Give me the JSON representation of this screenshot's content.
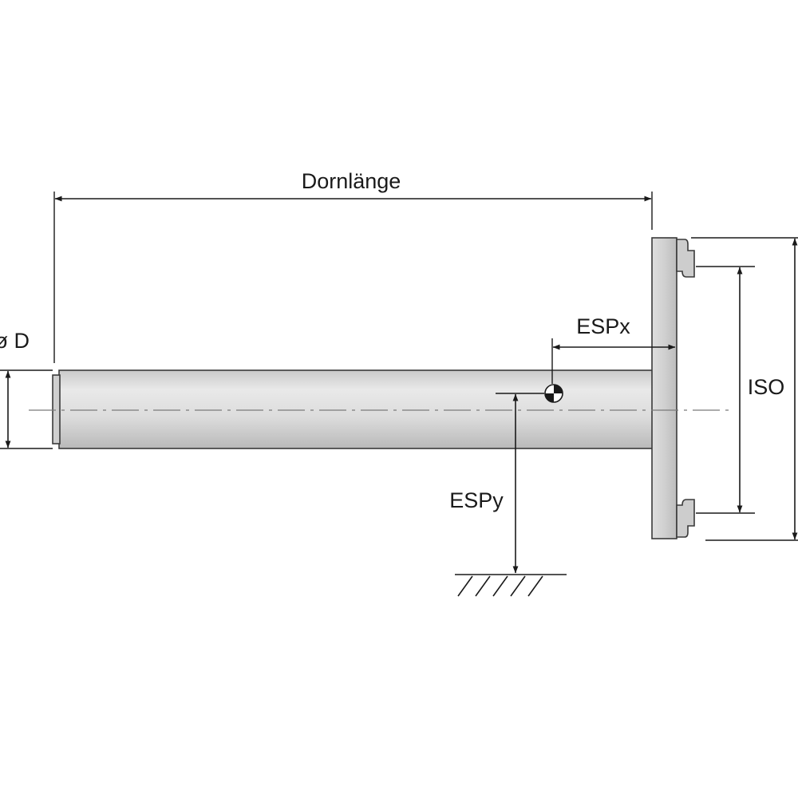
{
  "labels": {
    "mandrel_length": "Dornlänge",
    "espx": "ESPx",
    "espy": "ESPy",
    "iso": "ISO",
    "diameter": "ø D"
  },
  "colors": {
    "line": "#1a1a1a",
    "part_fill_light": "#e6e6e6",
    "part_fill_mid": "#d4d4d4",
    "part_fill_dark": "#bdbdbd",
    "centerline": "#7a7a7a"
  }
}
